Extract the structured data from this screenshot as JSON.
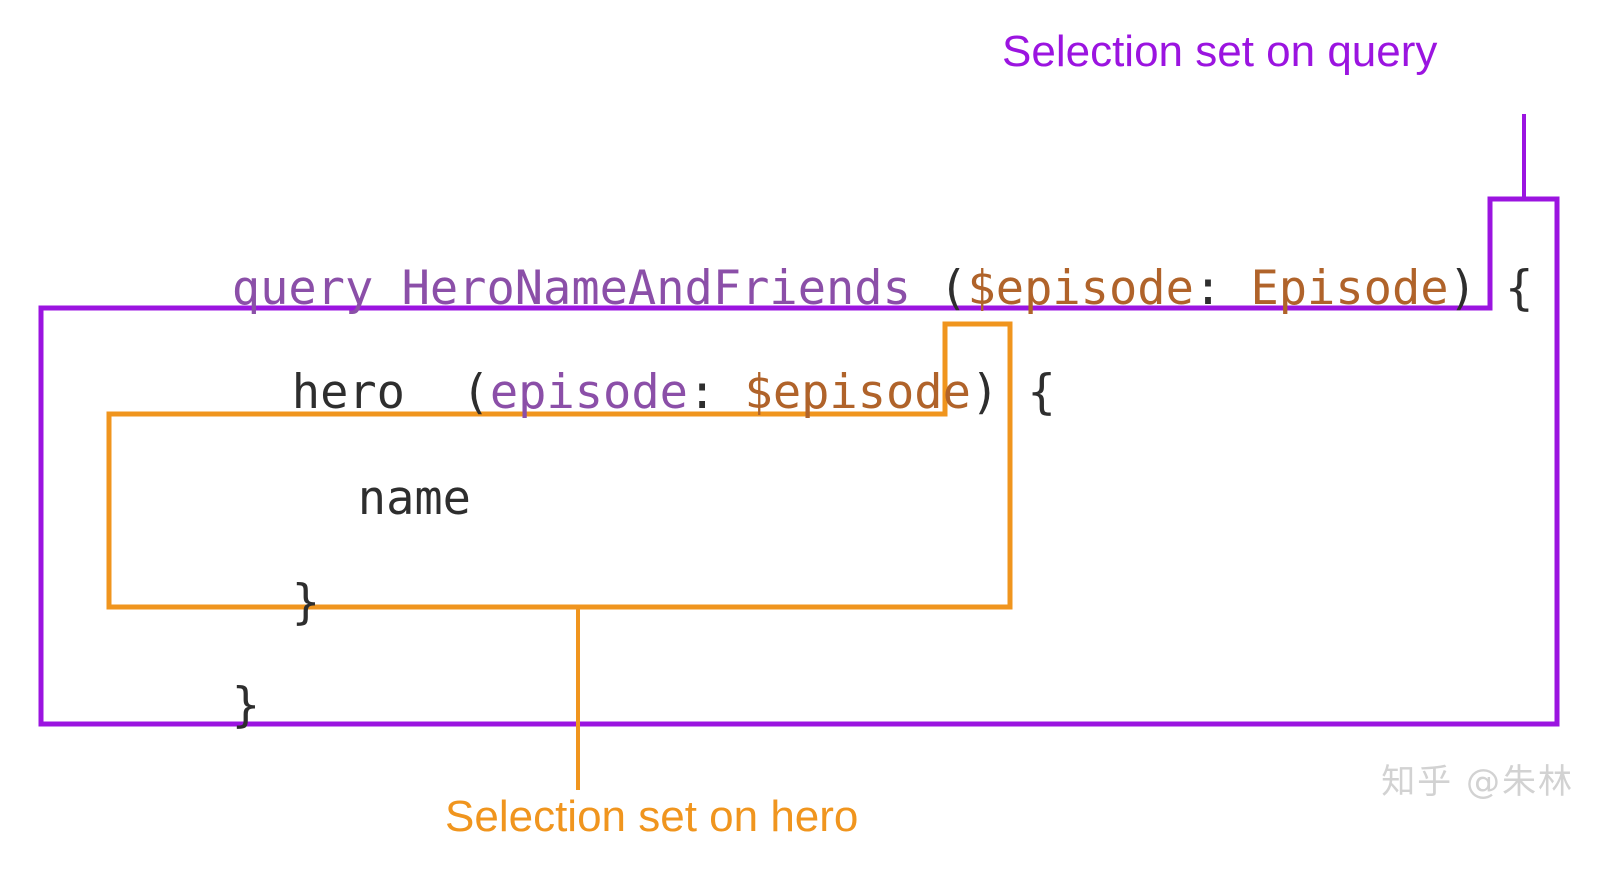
{
  "diagram": {
    "title": "GraphQL query selection sets",
    "background_color": "#ffffff",
    "colors": {
      "purple_accent": "#9b14e0",
      "purple_syntax": "#8b4fa8",
      "orange_accent": "#f0951e",
      "brown_syntax": "#b0632a",
      "code_default": "#2e2e2e",
      "watermark": "#d2d2d2"
    }
  },
  "code": {
    "language": "graphql",
    "lines": [
      {
        "id": "line-1",
        "text": "query HeroNameAndFriends ($episode: Episode) {",
        "tokens": [
          {
            "text": "query ",
            "kind": "keyword"
          },
          {
            "text": "HeroNameAndFriends ",
            "kind": "opname"
          },
          {
            "text": "(",
            "kind": "punct"
          },
          {
            "text": "$episode",
            "kind": "variable"
          },
          {
            "text": ": ",
            "kind": "punct"
          },
          {
            "text": "Episode",
            "kind": "type"
          },
          {
            "text": ") ",
            "kind": "punct"
          },
          {
            "text": "{",
            "kind": "punct"
          }
        ]
      },
      {
        "id": "line-2",
        "text": "hero  (episode: $episode) {",
        "tokens": [
          {
            "text": "hero  ",
            "kind": "field"
          },
          {
            "text": "(",
            "kind": "punct"
          },
          {
            "text": "episode",
            "kind": "argname"
          },
          {
            "text": ": ",
            "kind": "punct"
          },
          {
            "text": "$episode",
            "kind": "variable"
          },
          {
            "text": ") ",
            "kind": "punct"
          },
          {
            "text": "{",
            "kind": "punct"
          }
        ]
      },
      {
        "id": "line-3",
        "text": "name",
        "tokens": [
          {
            "text": "name",
            "kind": "field"
          }
        ]
      },
      {
        "id": "line-4",
        "text": "}",
        "tokens": [
          {
            "text": "}",
            "kind": "punct"
          }
        ]
      },
      {
        "id": "line-5",
        "text": "}",
        "tokens": [
          {
            "text": "}",
            "kind": "punct"
          }
        ]
      }
    ]
  },
  "annotations": {
    "query_selection_set": {
      "label": "Selection set on query",
      "color": "#9b14e0"
    },
    "hero_selection_set": {
      "label": "Selection set on hero",
      "color": "#f0951e"
    }
  },
  "watermark": {
    "text": "知乎 @朱林"
  }
}
